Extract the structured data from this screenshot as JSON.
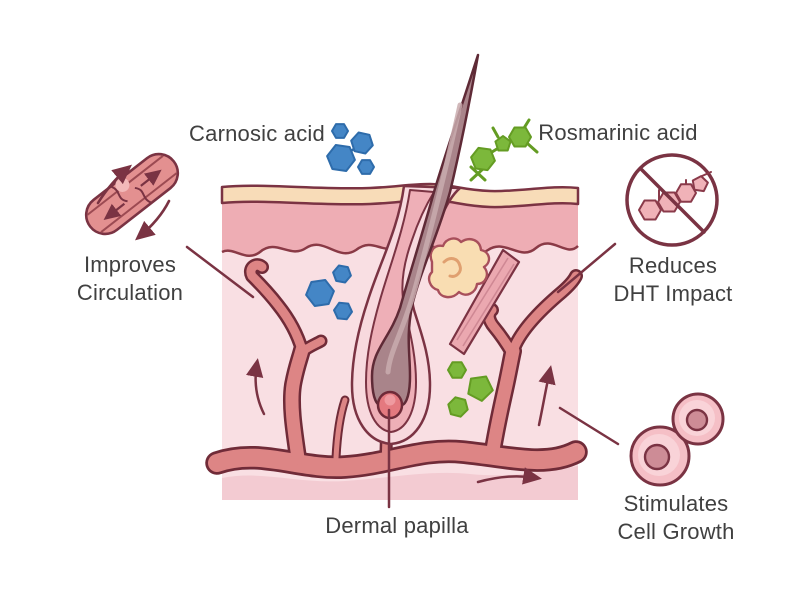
{
  "colors": {
    "background": "#ffffff",
    "outline": "#7b3343",
    "label_text": "#404040",
    "blue_molecule": "#4486c6",
    "green_molecule": "#7cb83b",
    "vessel_fill": "#dd8585",
    "stratum_corneum": "#f8dcb8",
    "epidermis": "#eeadb4",
    "dermis": "#f9dfe3",
    "subcutis": "#f3cbd2",
    "hair": "#a9848a",
    "dermal_papilla_fill": "#e4797f",
    "sebaceous_gland": "#f9ddb2"
  },
  "annotations": {
    "carnosic_acid": {
      "label": "Carnosic acid",
      "icon": "blue-molecule-cluster-icon"
    },
    "rosmarinic_acid": {
      "label": "Rosmarinic acid",
      "icon": "green-molecule-icon"
    },
    "improves_circulation": {
      "line1": "Improves",
      "line2": "Circulation",
      "icon": "blood-vessel-icon"
    },
    "reduces_dht": {
      "line1": "Reduces",
      "line2": "DHT Impact",
      "icon": "no-dht-molecule-icon"
    },
    "stimulates_cell_growth": {
      "line1": "Stimulates",
      "line2": "Cell Growth",
      "icon": "dividing-cells-icon"
    },
    "dermal_papilla": {
      "label": "Dermal papilla"
    }
  }
}
